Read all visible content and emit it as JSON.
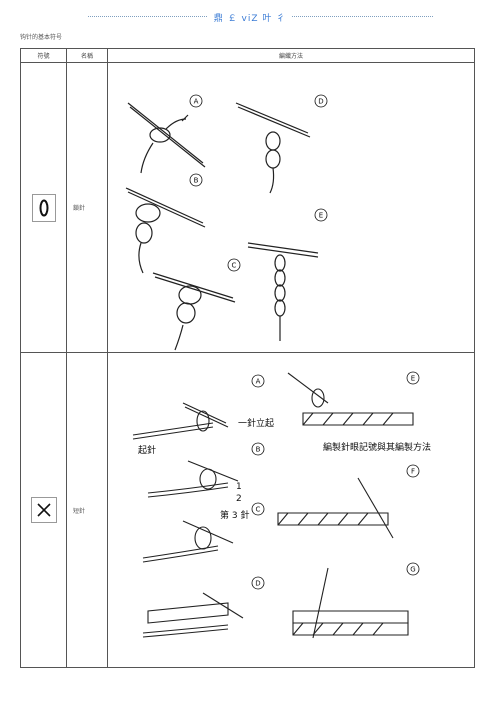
{
  "header": {
    "title": "鼎 ￡ viZ 叶 彳"
  },
  "caption": "钩针的基本符号",
  "table": {
    "columns": [
      "符號",
      "名稱",
      "編織方法"
    ],
    "rows": [
      {
        "name": "鎖針",
        "symbol": "0",
        "step_labels": [
          "A",
          "B",
          "C",
          "D",
          "E"
        ]
      },
      {
        "name": "短針",
        "symbol": "×",
        "step_labels": [
          "A",
          "B",
          "C",
          "D",
          "E",
          "F",
          "G"
        ],
        "annotations": {
          "one_stitch": "一針立起",
          "start": "起針",
          "third": "第 3 針",
          "n1": "1",
          "n2": "2",
          "title": "編製針眼記號與其編製方法"
        }
      }
    ]
  }
}
